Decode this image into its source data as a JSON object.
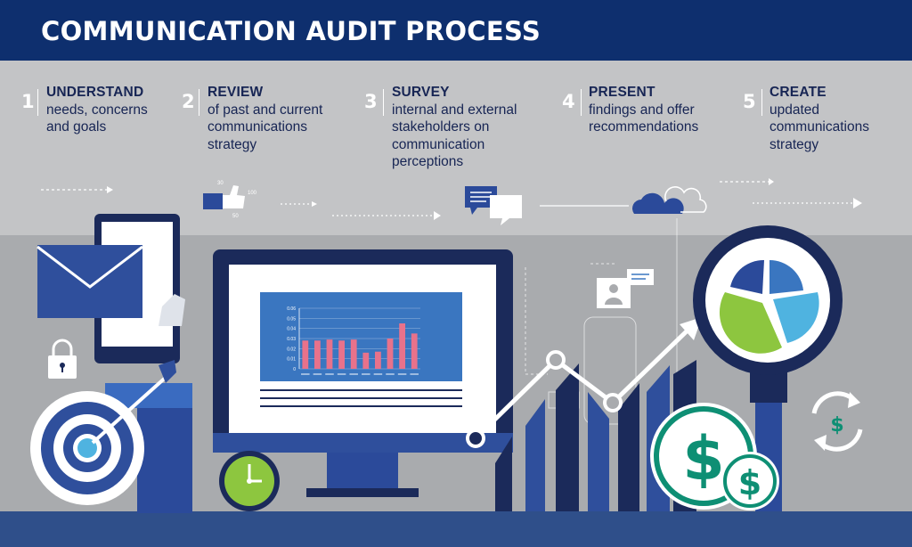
{
  "header": {
    "title": "COMMUNICATION AUDIT PROCESS"
  },
  "steps": [
    {
      "number": "1",
      "title": "UNDERSTAND",
      "lines": [
        "needs, concerns",
        "and goals"
      ]
    },
    {
      "number": "2",
      "title": "REVIEW",
      "lines": [
        "of past and current",
        "communications",
        "strategy"
      ]
    },
    {
      "number": "3",
      "title": "SURVEY",
      "lines": [
        "internal and external",
        "stakeholders on",
        "communication",
        "perceptions"
      ]
    },
    {
      "number": "4",
      "title": "PRESENT",
      "lines": [
        "findings and offer",
        "recommendations"
      ]
    },
    {
      "number": "5",
      "title": "CREATE",
      "lines": [
        "updated",
        "communications",
        "strategy"
      ]
    }
  ],
  "like_counter": {
    "a": "30",
    "b": "100",
    "c": "50"
  },
  "screen_chart": {
    "y_ticks": [
      "0.06",
      "0.05",
      "0.04",
      "0.03",
      "0.02",
      "0.01",
      "0"
    ],
    "values": [
      0.028,
      0.028,
      0.029,
      0.028,
      0.029,
      0.016,
      0.017,
      0.03,
      0.045,
      0.035
    ],
    "ymax": 0.06
  },
  "icons": {
    "dollar": "$",
    "cycle_dollar": "$"
  },
  "colors": {
    "navy": "#0e2f6e",
    "dark_navy": "#1b2a5a",
    "blue": "#3a76c0",
    "light_blue": "#4fb3e0",
    "green": "#8dc63f",
    "teal": "#0e8f74",
    "pink": "#e8728b"
  }
}
